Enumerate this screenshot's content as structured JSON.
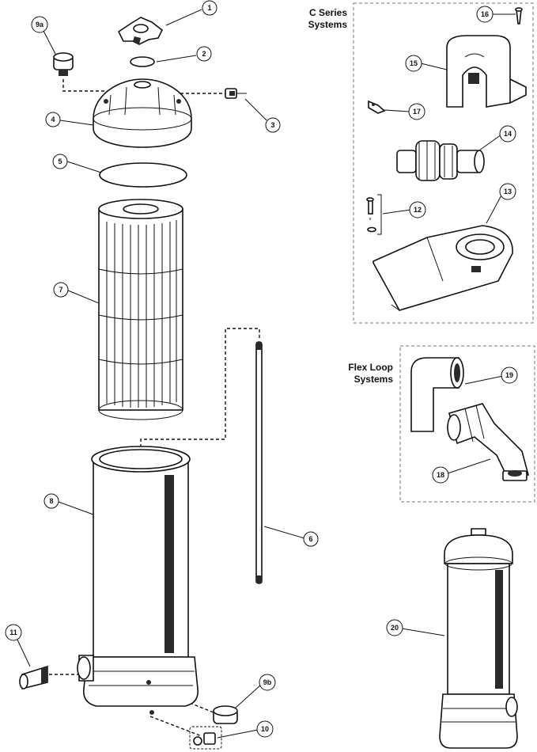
{
  "callouts": [
    {
      "id": "c1",
      "label": "1"
    },
    {
      "id": "c2",
      "label": "2"
    },
    {
      "id": "c3",
      "label": "3"
    },
    {
      "id": "c4",
      "label": "4"
    },
    {
      "id": "c5",
      "label": "5"
    },
    {
      "id": "c6",
      "label": "6"
    },
    {
      "id": "c7",
      "label": "7"
    },
    {
      "id": "c8",
      "label": "8"
    },
    {
      "id": "c9a",
      "label": "9a"
    },
    {
      "id": "c9b",
      "label": "9b"
    },
    {
      "id": "c10",
      "label": "10"
    },
    {
      "id": "c11",
      "label": "11"
    },
    {
      "id": "c12",
      "label": "12"
    },
    {
      "id": "c13",
      "label": "13"
    },
    {
      "id": "c14",
      "label": "14"
    },
    {
      "id": "c15",
      "label": "15"
    },
    {
      "id": "c16",
      "label": "16"
    },
    {
      "id": "c17",
      "label": "17"
    },
    {
      "id": "c18",
      "label": "18"
    },
    {
      "id": "c19",
      "label": "19"
    },
    {
      "id": "c20",
      "label": "20"
    }
  ],
  "sections": {
    "c_series": {
      "title_line1": "C Series",
      "title_line2": "Systems"
    },
    "flex_loop": {
      "title_line1": "Flex Loop",
      "title_line2": "Systems"
    }
  }
}
